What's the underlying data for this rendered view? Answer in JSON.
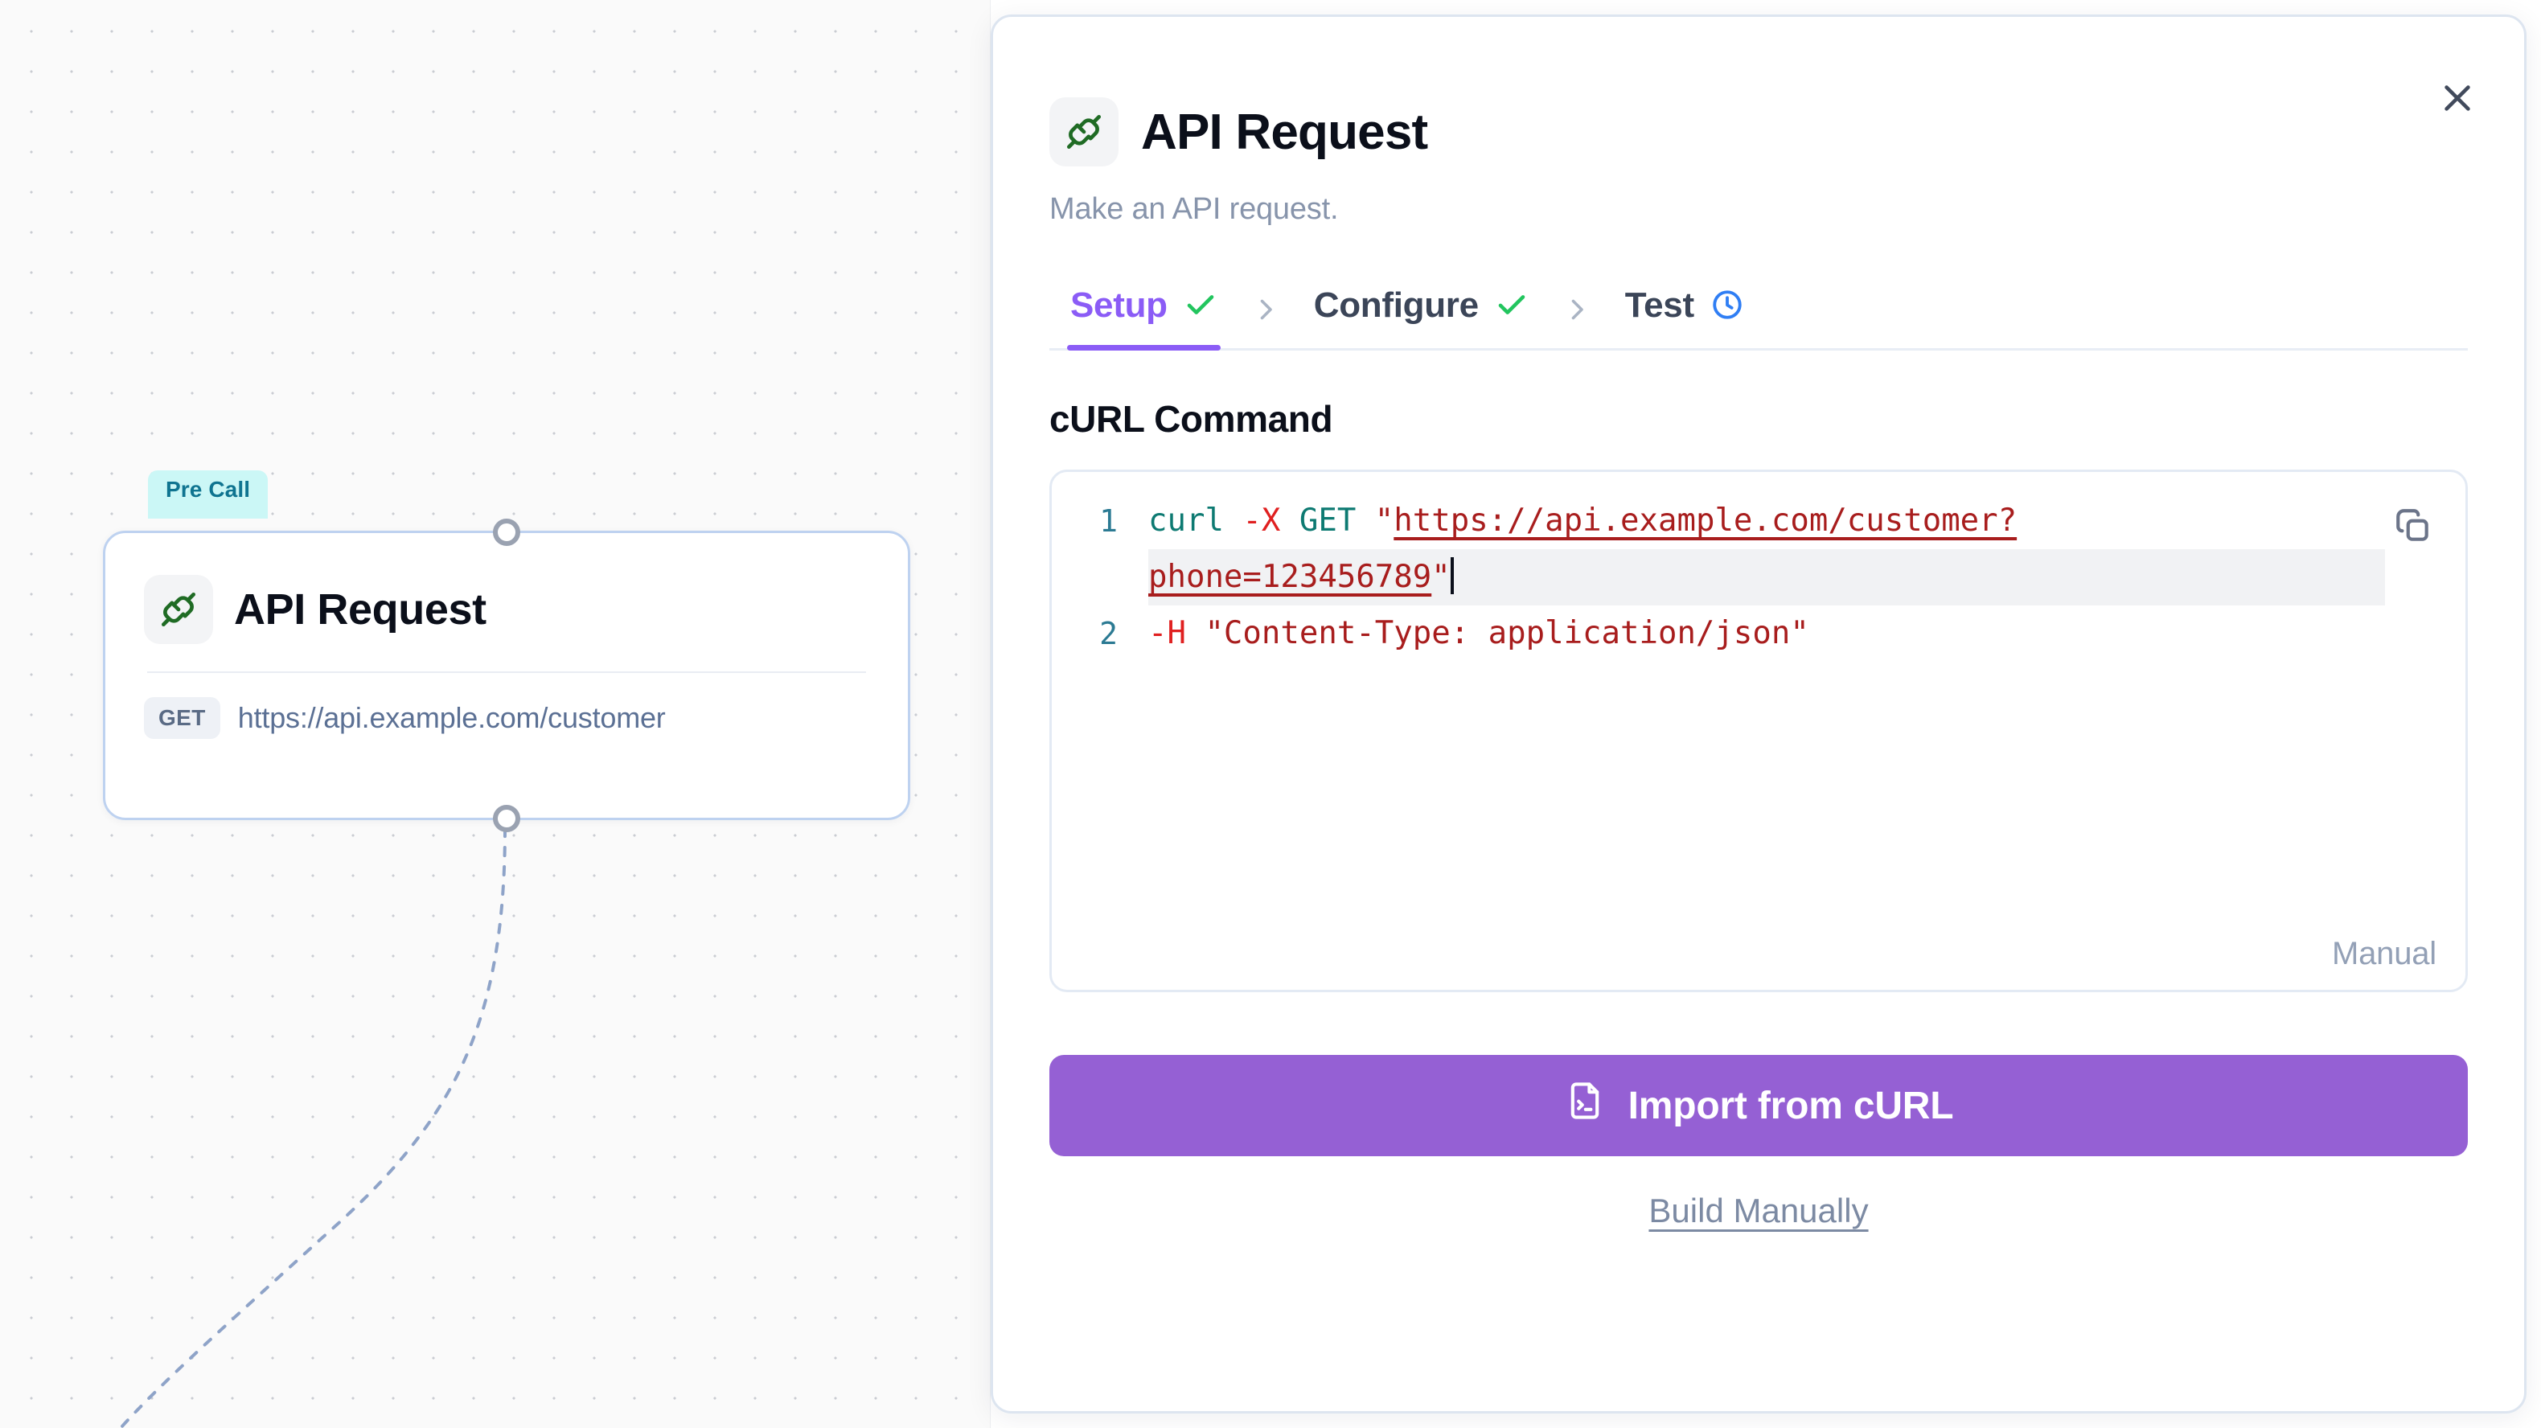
{
  "canvas": {
    "node": {
      "badge": "Pre Call",
      "title": "API Request",
      "method": "GET",
      "url": "https://api.example.com/customer",
      "icon": "plug-connector-icon"
    }
  },
  "modal": {
    "title": "API Request",
    "subtitle": "Make an API request.",
    "icon": "plug-connector-icon",
    "close_icon": "close-icon",
    "steps": [
      {
        "label": "Setup",
        "state": "complete",
        "status_icon": "check-icon",
        "active": true
      },
      {
        "label": "Configure",
        "state": "complete",
        "status_icon": "check-icon",
        "active": false
      },
      {
        "label": "Test",
        "state": "pending",
        "status_icon": "clock-icon",
        "active": false
      }
    ],
    "separator_icon": "chevron-right-icon",
    "section_title": "cURL Command",
    "editor": {
      "copy_icon": "copy-icon",
      "mode_label": "Manual",
      "lines": [
        {
          "number": "1",
          "tokens": [
            {
              "type": "cmd",
              "text": "curl"
            },
            {
              "type": "plain",
              "text": " "
            },
            {
              "type": "flag",
              "text": "-X"
            },
            {
              "type": "plain",
              "text": " "
            },
            {
              "type": "kw",
              "text": "GET"
            },
            {
              "type": "plain",
              "text": " "
            },
            {
              "type": "str",
              "text": "\""
            },
            {
              "type": "url",
              "text": "https://api.example.com/customer?"
            }
          ],
          "wrapped": [
            {
              "type": "url",
              "text": "phone=123456789"
            },
            {
              "type": "str",
              "text": "\""
            }
          ],
          "caret": true
        },
        {
          "number": "2",
          "tokens": [
            {
              "type": "flag",
              "text": "-H"
            },
            {
              "type": "plain",
              "text": " "
            },
            {
              "type": "str",
              "text": "\"Content-Type: application/json\""
            }
          ],
          "wrapped": [],
          "caret": false
        }
      ],
      "raw_command": "curl -X GET \"https://api.example.com/customer?phone=123456789\" -H \"Content-Type: application/json\""
    },
    "import_button": {
      "label": "Import from cURL",
      "icon": "file-terminal-icon"
    },
    "build_link": "Build Manually"
  },
  "colors": {
    "accent_purple": "#9560d4",
    "step_active": "#8b5cf6",
    "check_green": "#22c55e",
    "clock_blue": "#2f7ef4",
    "badge_bg": "#cbf7f6",
    "badge_text": "#0f7490",
    "icon_green": "#1f6b24",
    "string_red": "#a81d1d",
    "flag_red": "#e02020",
    "cmd_teal": "#0d7a72",
    "linenum_teal": "#2b7a93"
  }
}
